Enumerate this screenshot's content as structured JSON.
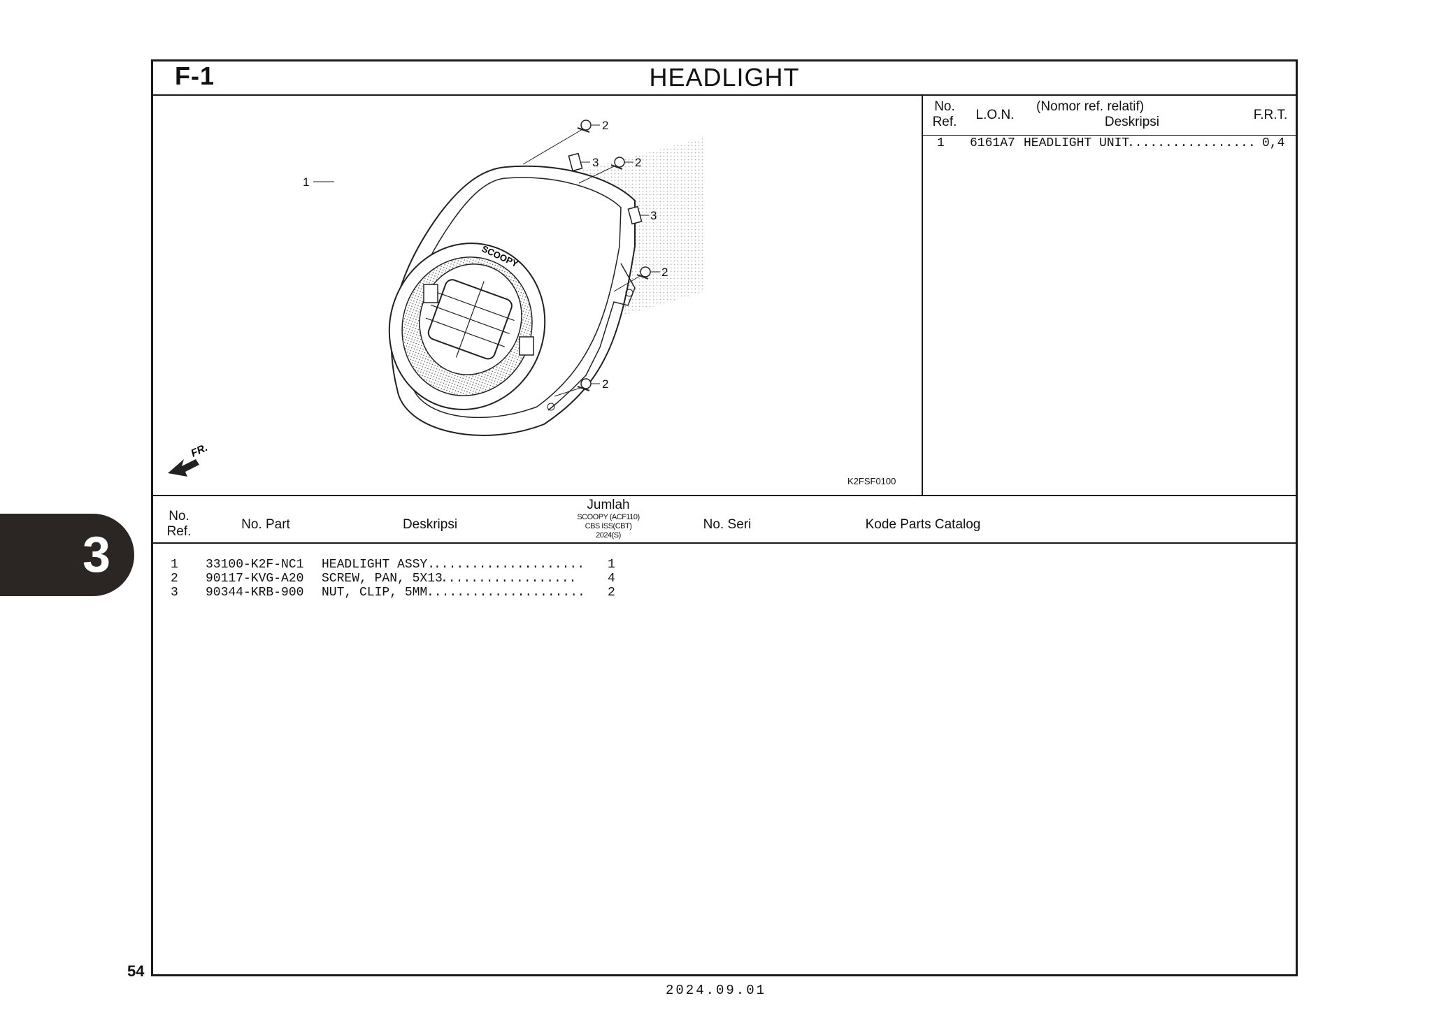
{
  "header": {
    "section_code": "F-1",
    "title": "HEADLIGHT"
  },
  "frt_table": {
    "headers": {
      "no": "No.",
      "ref": "Ref.",
      "lon": "L.O.N.",
      "desc_top": "(Nomor ref. relatif)",
      "desc": "Deskripsi",
      "frt": "F.R.T."
    },
    "rows": [
      {
        "ref": "1",
        "lon": "6161A7",
        "desc": "HEADLIGHT UNIT",
        "frt": "0,4"
      }
    ]
  },
  "illustration": {
    "id": "K2FSF0100",
    "front_marker": "FR.",
    "callouts": [
      "1",
      "2",
      "3",
      "2",
      "3",
      "2",
      "2"
    ],
    "emblem_text": "SCOOPY"
  },
  "parts_table": {
    "headers": {
      "no": "No.",
      "ref": "Ref.",
      "part": "No. Part",
      "desc": "Deskripsi",
      "qty": "Jumlah",
      "qty_model1": "SCOOPY (ACF110)",
      "qty_model2": "CBS ISS(CBT)",
      "qty_model3": "2024(S)",
      "serial": "No. Seri",
      "catalog": "Kode Parts Catalog"
    },
    "rows": [
      {
        "ref": "1",
        "part": "33100-K2F-NC1",
        "desc": "HEADLIGHT ASSY.",
        "qty": "1"
      },
      {
        "ref": "2",
        "part": "90117-KVG-A20",
        "desc": "SCREW, PAN, 5X13",
        "qty": "4"
      },
      {
        "ref": "3",
        "part": "90344-KRB-900",
        "desc": "NUT, CLIP, 5MM",
        "qty": "2"
      }
    ]
  },
  "side_tab": "3",
  "page_number": "54",
  "footer_date": "2024.09.01"
}
